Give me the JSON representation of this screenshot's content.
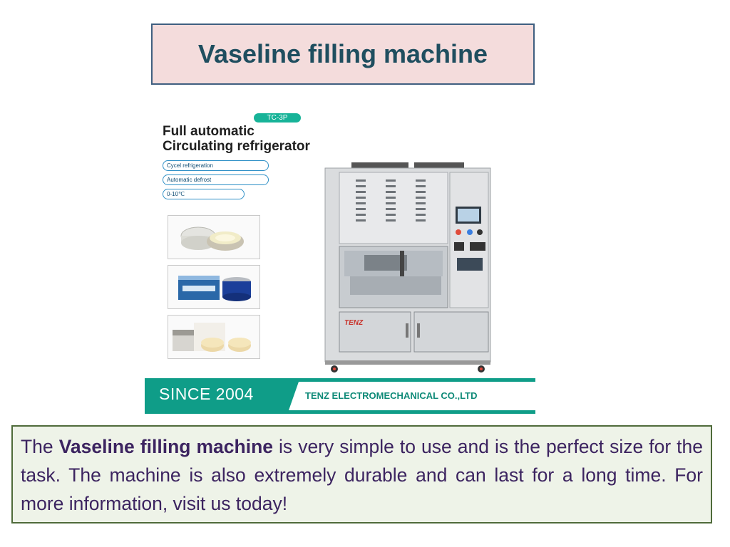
{
  "title": "Vaseline filling machine",
  "product_image": {
    "model_badge": "TC-3P",
    "headline_line1": "Full automatic",
    "headline_line2": "Circulating refrigerator",
    "features": [
      "Cycel refrigeration",
      "Automatic defrost",
      "0-10℃"
    ],
    "machine_brand": "TENZ",
    "banner_since": "SINCE 2004",
    "banner_company": "TENZ ELECTROMECHANICAL CO.,LTD"
  },
  "description": {
    "prefix": "The ",
    "highlight": "Vaseline filling machine",
    "suffix": " is very simple to use and is the perfect size for the task. The machine is also extremely durable and can last for a long time. For more information, visit us today!"
  }
}
